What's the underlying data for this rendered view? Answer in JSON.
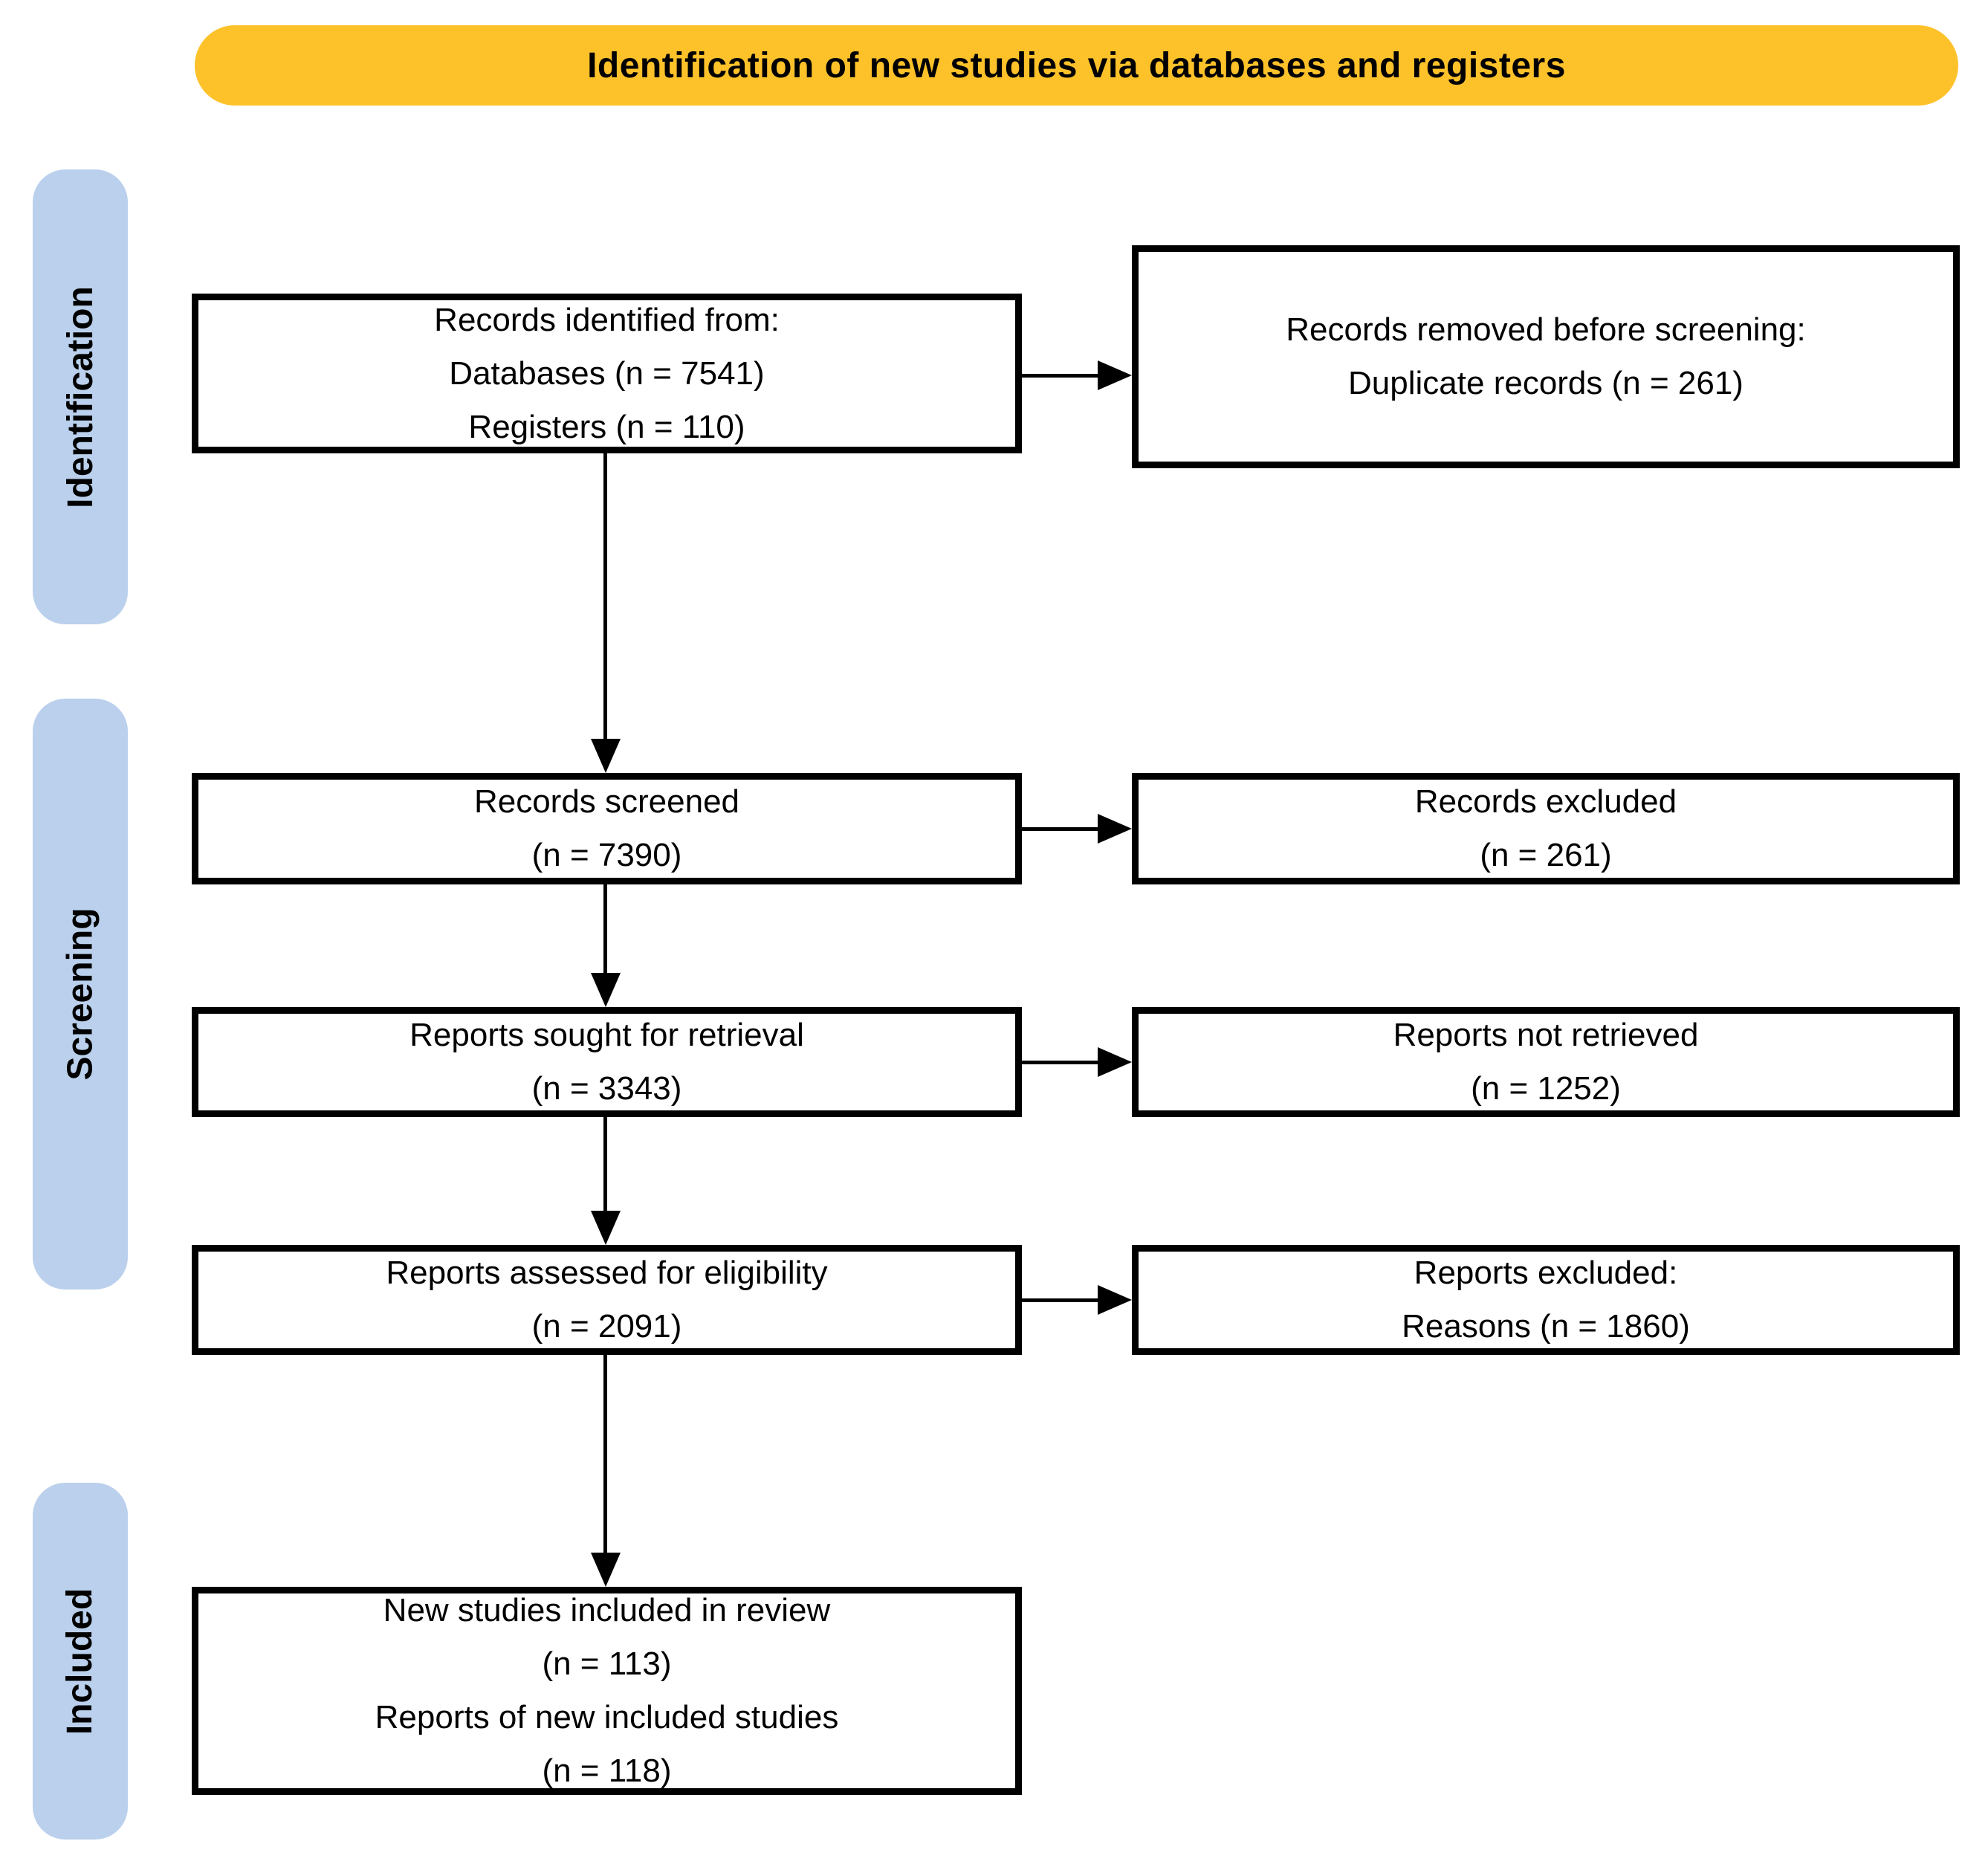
{
  "title": "Identification of new studies via databases and registers",
  "stages": [
    {
      "label": "Identification"
    },
    {
      "label": "Screening"
    },
    {
      "label": "Included"
    }
  ],
  "flow": {
    "left": [
      {
        "lines": [
          "Records identified from:",
          "Databases (n = 7541)",
          "Registers (n = 110)"
        ]
      },
      {
        "lines": [
          "Records screened",
          "(n = 7390)"
        ]
      },
      {
        "lines": [
          "Reports sought for retrieval",
          "(n = 3343)"
        ]
      },
      {
        "lines": [
          "Reports assessed for eligibility",
          "(n = 2091)"
        ]
      },
      {
        "lines": [
          "New studies included in review",
          "(n = 113)",
          "Reports of new included studies",
          "(n = 118)"
        ]
      }
    ],
    "right": [
      {
        "lines": [
          "Records removed before screening:",
          "Duplicate records (n = 261)"
        ]
      },
      {
        "lines": [
          "Records excluded",
          "(n = 261)"
        ]
      },
      {
        "lines": [
          "Reports not retrieved",
          "(n = 1252)"
        ]
      },
      {
        "lines": [
          "Reports excluded:",
          "Reasons (n = 1860)"
        ]
      }
    ]
  },
  "colors": {
    "banner_fill": "#FDC12A",
    "stage_fill": "#BAD0EC",
    "box_border": "#000000",
    "text": "#000000"
  }
}
